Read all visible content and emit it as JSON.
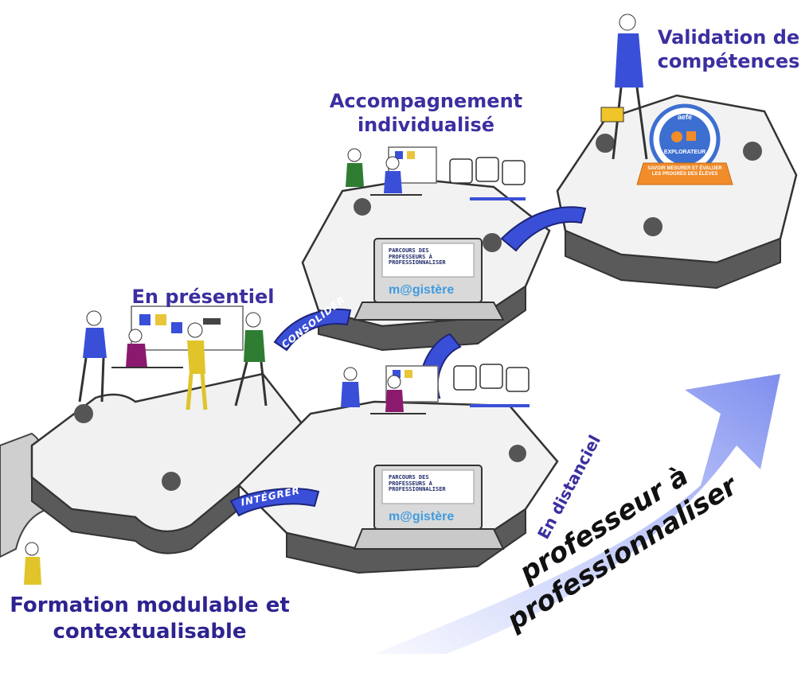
{
  "labels": {
    "validation": "Validation de compétences",
    "accompagnement": "Accompagnement individualisé",
    "presentiel": "En présentiel",
    "distanciel": "En distanciel",
    "formation": "Formation modulable et contextualisable",
    "professionnaliser": "professeur à professionnaliser"
  },
  "bands": {
    "consolider": "CONSOLIDER",
    "integrer": "INTÉGRER"
  },
  "laptops": {
    "screen_line1": "PARCOURS DES",
    "screen_line2": "PROFESSEURS À",
    "screen_line3": "PROFESSIONNALISER",
    "brand": "m@gistère"
  },
  "badge": {
    "top": "aefe",
    "middle": "EXPLORATEUR",
    "ribbon": "SAVOIR MESURER ET ÉVALUER LES PROGRÈS DES ÉLÈVES"
  },
  "colors": {
    "label_text": "#3b2fa0",
    "band_blue": "#3a4fd8",
    "arrow_blue": "#6a7ff0",
    "puzzle_top": "#f2f2f2",
    "puzzle_side": "#5a5a5a",
    "badge_blue": "#3d6fd1",
    "badge_orange": "#f08c2a"
  }
}
